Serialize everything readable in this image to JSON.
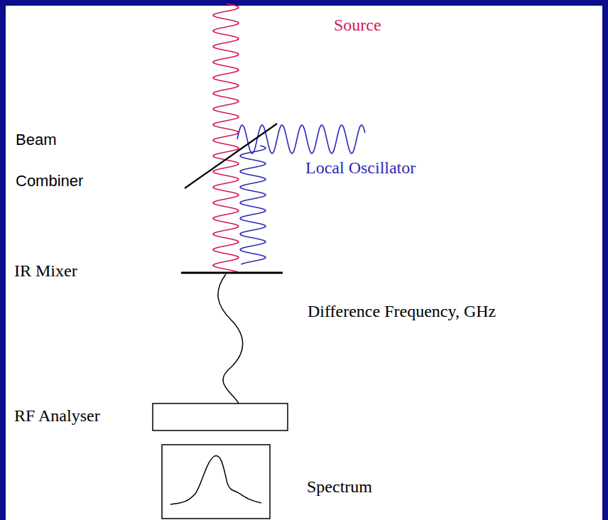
{
  "diagram": {
    "labels": [
      "Source",
      "Beam Combiner",
      "Local Oscillator",
      "IR Mixer",
      "Difference Frequency, GHz",
      "RF Analyser",
      "Spectrum"
    ]
  }
}
